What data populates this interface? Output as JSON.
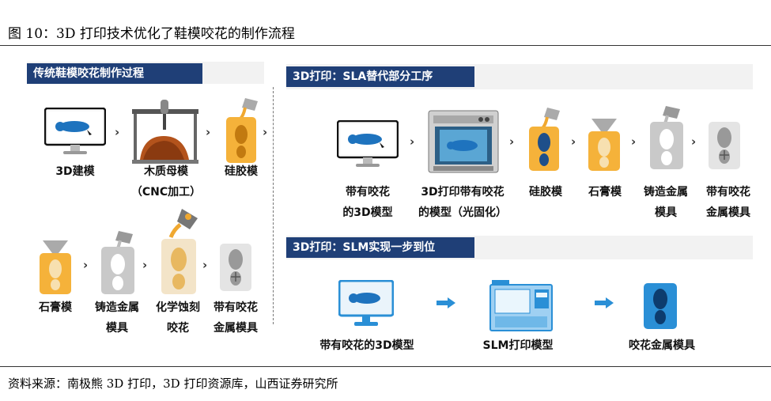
{
  "figure_title": "图 10：3D 打印技术优化了鞋模咬花的制作流程",
  "source": "资料来源：南极熊 3D 打印，3D 打印资源库，山西证券研究所",
  "left_panel": {
    "header": "传统鞋模咬花制作过程",
    "row1": [
      {
        "icon": "monitor-shoe-icon",
        "label_1": "3D建模",
        "label_2": ""
      },
      {
        "icon": "cnc-machine-icon",
        "label_1": "木质母模",
        "label_2": "（CNC加工）"
      },
      {
        "icon": "silicone-mold-icon",
        "label_1": "硅胶模",
        "label_2": ""
      }
    ],
    "row2": [
      {
        "icon": "plaster-mold-icon",
        "label_1": "石膏模",
        "label_2": ""
      },
      {
        "icon": "casting-mold-icon",
        "label_1": "铸造金属",
        "label_2": "模具"
      },
      {
        "icon": "chemical-etch-icon",
        "label_1": "化学蚀刻",
        "label_2": "咬花"
      },
      {
        "icon": "metal-mold-icon",
        "label_1": "带有咬花",
        "label_2": "金属模具"
      }
    ]
  },
  "sla_panel": {
    "header": "3D打印：SLA替代部分工序",
    "items": [
      {
        "icon": "monitor-shoe-icon",
        "label_1": "带有咬花",
        "label_2": "的3D模型"
      },
      {
        "icon": "sla-printer-icon",
        "label_1": "3D打印带有咬花",
        "label_2": "的模型（光固化）"
      },
      {
        "icon": "silicone-mold-icon",
        "label_1": "硅胶模",
        "label_2": ""
      },
      {
        "icon": "plaster-mold-icon",
        "label_1": "石膏模",
        "label_2": ""
      },
      {
        "icon": "casting-mold-icon",
        "label_1": "铸造金属",
        "label_2": "模具"
      },
      {
        "icon": "metal-mold-icon",
        "label_1": "带有咬花",
        "label_2": "金属模具"
      }
    ]
  },
  "slm_panel": {
    "header": "3D打印：SLM实现一步到位",
    "items": [
      {
        "icon": "monitor-shoe-icon",
        "label": "带有咬花的3D模型"
      },
      {
        "icon": "slm-printer-icon",
        "label": "SLM打印模型",
        "machine_text": "SLM"
      },
      {
        "icon": "blue-metal-mold-icon",
        "label": "咬花金属模具"
      }
    ]
  },
  "arrow_glyph": "›",
  "colors": {
    "header_bg": "#1f3f77",
    "accent_orange": "#f0a830",
    "accent_blue": "#2a8fd6"
  }
}
